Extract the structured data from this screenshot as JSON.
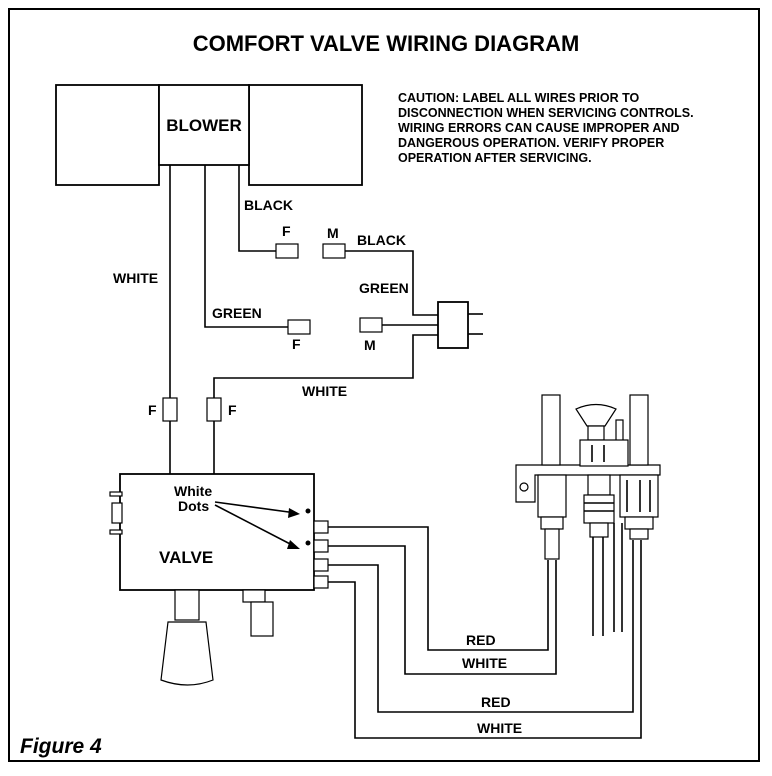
{
  "title": "COMFORT VALVE WIRING DIAGRAM",
  "caution": [
    "CAUTION:  LABEL ALL WIRES PRIOR TO",
    "DISCONNECTION WHEN SERVICING CONTROLS.",
    "WIRING ERRORS CAN CAUSE IMPROPER AND",
    "DANGEROUS OPERATION. VERIFY PROPER",
    "OPERATION AFTER SERVICING."
  ],
  "components": {
    "blower": "BLOWER",
    "valve": "VALVE",
    "white_dots": [
      "White",
      "Dots"
    ]
  },
  "wires": {
    "black_top": "BLACK",
    "black_right": "BLACK",
    "white_left": "WHITE",
    "green_right": "GREEN",
    "green_mid": "GREEN",
    "white_mid": "WHITE",
    "red_1": "RED",
    "white_1": "WHITE",
    "red_2": "RED",
    "white_2": "WHITE"
  },
  "connectors": {
    "f_black": "F",
    "m_black": "M",
    "f_green": "F",
    "m_green": "M",
    "f_left": "F",
    "f_right": "F"
  },
  "caption": "Figure 4"
}
